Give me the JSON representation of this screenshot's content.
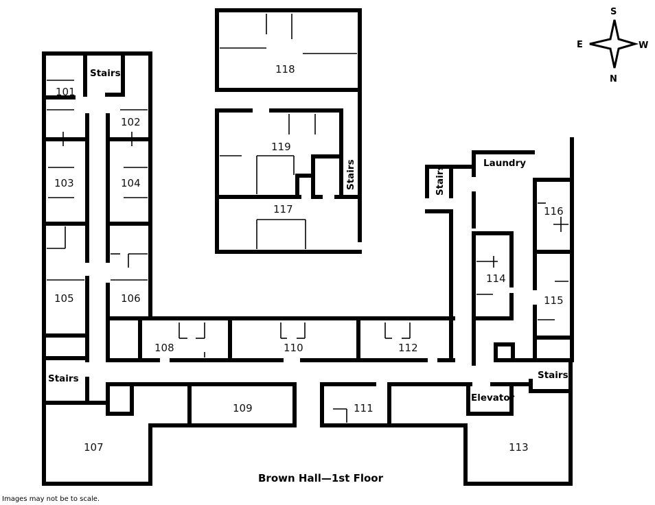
{
  "rooms": {
    "r101": "101",
    "r102": "102",
    "r103": "103",
    "r104": "104",
    "r105": "105",
    "r106": "106",
    "r107": "107",
    "r108": "108",
    "r109": "109",
    "r110": "110",
    "r111": "111",
    "r112": "112",
    "r113": "113",
    "r114": "114",
    "r115": "115",
    "r116": "116",
    "r117": "117",
    "r118": "118",
    "r119": "119"
  },
  "labels": {
    "stairs": "Stairs",
    "laundry": "Laundry",
    "elevator": "Elevator"
  },
  "compass": {
    "top": "S",
    "bottom": "N",
    "left": "E",
    "right": "W"
  },
  "title": "Brown Hall—1st Floor",
  "footnote": "Images may not be to scale."
}
